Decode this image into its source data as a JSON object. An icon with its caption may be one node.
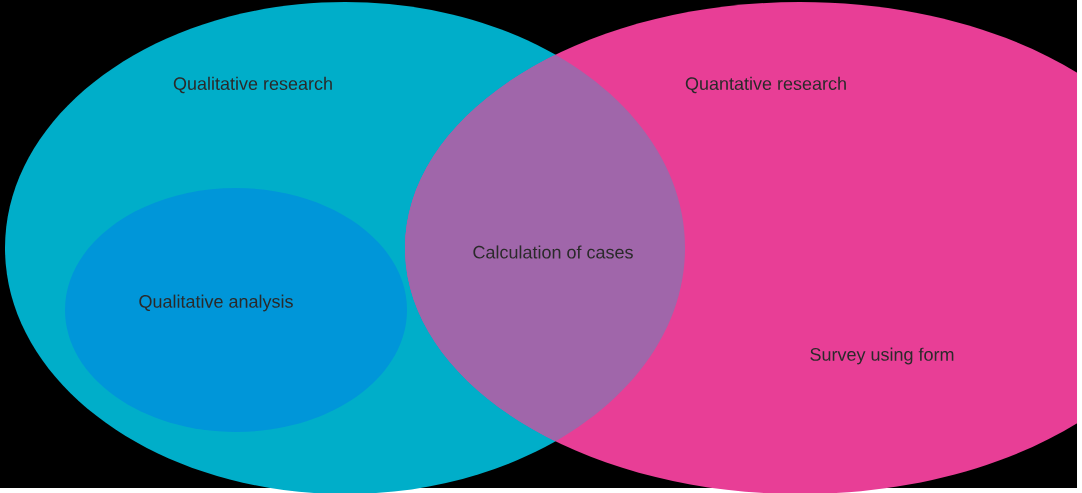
{
  "diagram": {
    "nodes": [
      {
        "text": [
          "Qualitative research"
        ]
      },
      {
        "text": [
          "Qualitative analysis"
        ],
        "in": 0
      },
      {
        "text": [
          "Quantative research",
          "Survey using form"
        ]
      },
      {
        "text": [
          "Calculation of cases"
        ]
      }
    ]
  }
}
